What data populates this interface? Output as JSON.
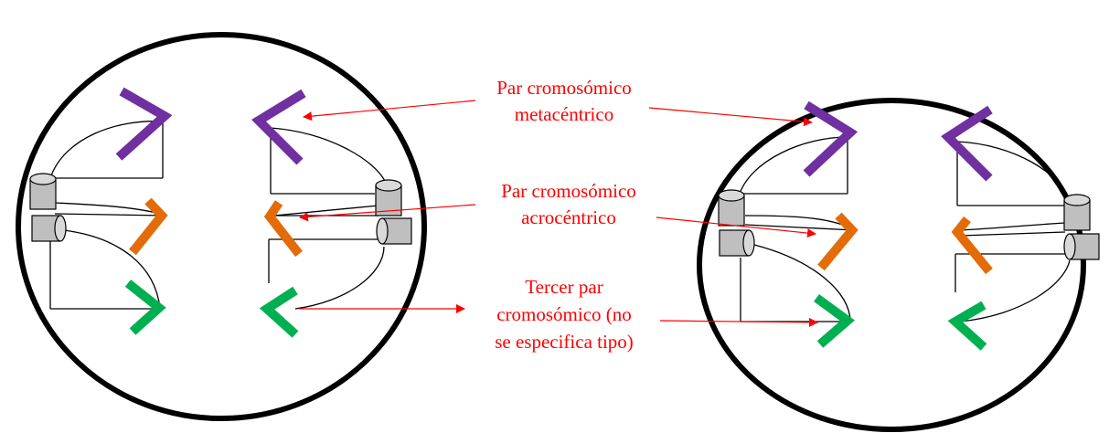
{
  "colors": {
    "purple": "#7030a0",
    "orange": "#e36c09",
    "green": "#00b050",
    "label": "#ff0000",
    "outline": "#000000",
    "centriole": "#bfbfbf"
  },
  "labels": {
    "metacentric": [
      "Par cromosómico",
      "metacéntrico"
    ],
    "acrocentric": [
      "Par cromosómico",
      "acrocéntrico"
    ],
    "third": [
      "Tercer par",
      "cromosómico (no",
      "se especifica tipo)"
    ]
  }
}
